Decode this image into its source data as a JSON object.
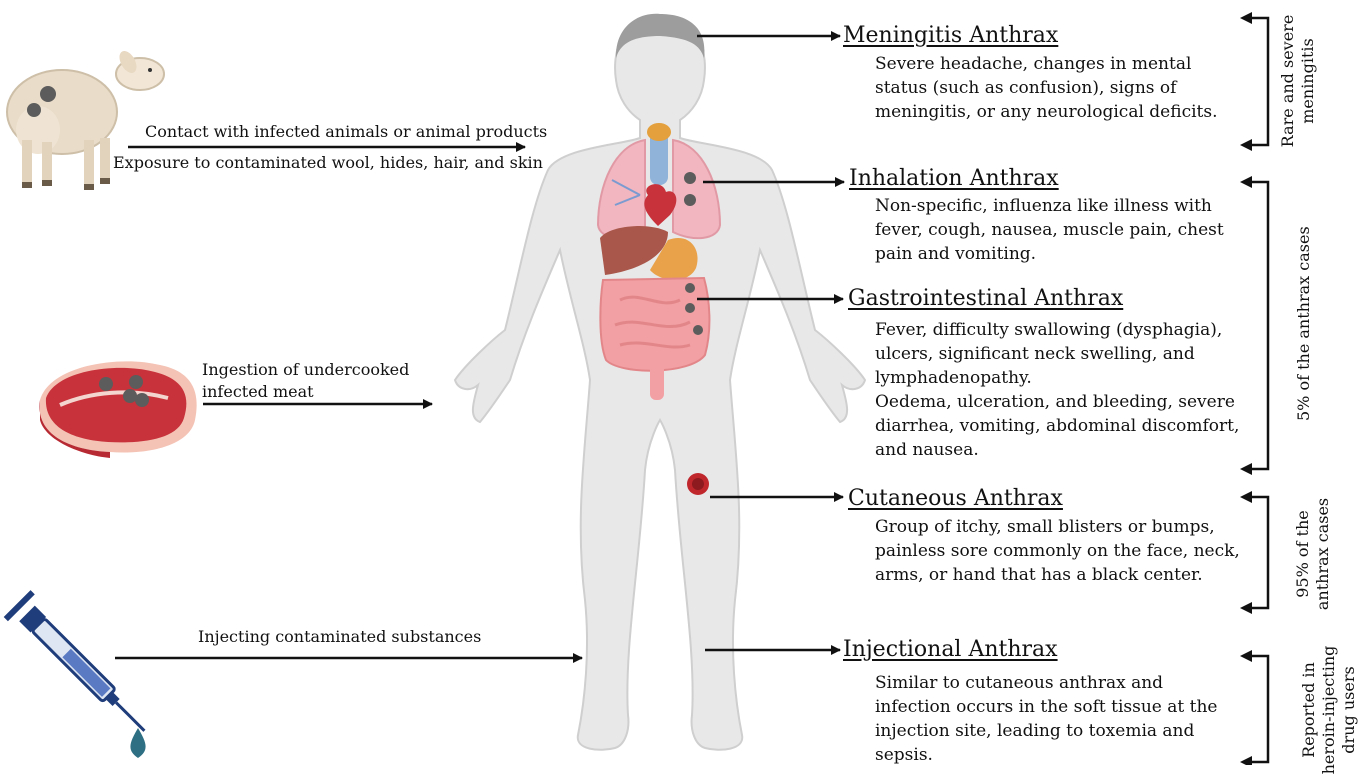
{
  "exposures": [
    {
      "line1": "Contact with infected animals or animal products",
      "line2": "Exposure to contaminated wool, hides, hair, and skin"
    },
    {
      "line1": "Ingestion of undercooked",
      "line2": "infected meat"
    },
    {
      "line1": "Injecting contaminated substances"
    }
  ],
  "anthrax_types": [
    {
      "title": "Meningitis Anthrax",
      "description": "Severe headache, changes in mental status (such as confusion), signs of meningitis, or any neurological deficits."
    },
    {
      "title": "Inhalation Anthrax",
      "description": "Non-specific, influenza like illness with fever, cough, nausea, muscle pain, chest pain and vomiting."
    },
    {
      "title": "Gastrointestinal Anthrax",
      "description": "Fever, difficulty swallowing (dysphagia), ulcers, significant neck swelling, and lymphadenopathy.",
      "description2": "Oedema, ulceration, and bleeding, severe diarrhea, vomiting, abdominal discomfort, and nausea."
    },
    {
      "title": "Cutaneous Anthrax",
      "description": "Group of itchy, small blisters or bumps, painless sore commonly on the face, neck, arms, or hand that has a black center."
    },
    {
      "title": "Injectional Anthrax",
      "description": "Similar to cutaneous anthrax and infection occurs in the soft tissue at the injection site, leading to toxemia and sepsis."
    }
  ],
  "brackets": [
    {
      "line1": "Rare and severe",
      "line2": "meningitis"
    },
    {
      "line1": "5% of the anthrax cases"
    },
    {
      "line1": "95% of the",
      "line2": "anthrax cases"
    },
    {
      "line1": "Reported in",
      "line2": "heroin-injecting",
      "line3": "drug users"
    }
  ],
  "icons": [
    "sheep-icon",
    "meat-icon",
    "syringe-icon",
    "human-body-icon"
  ],
  "colors": {
    "skin": "#e6e6e6",
    "lung": "#f1b6c0",
    "liver": "#a9574a",
    "intestine": "#f2a0a3",
    "spore": "#5c5c5c",
    "lesion": "#c0272d",
    "syringe": "#1f3d7a"
  }
}
